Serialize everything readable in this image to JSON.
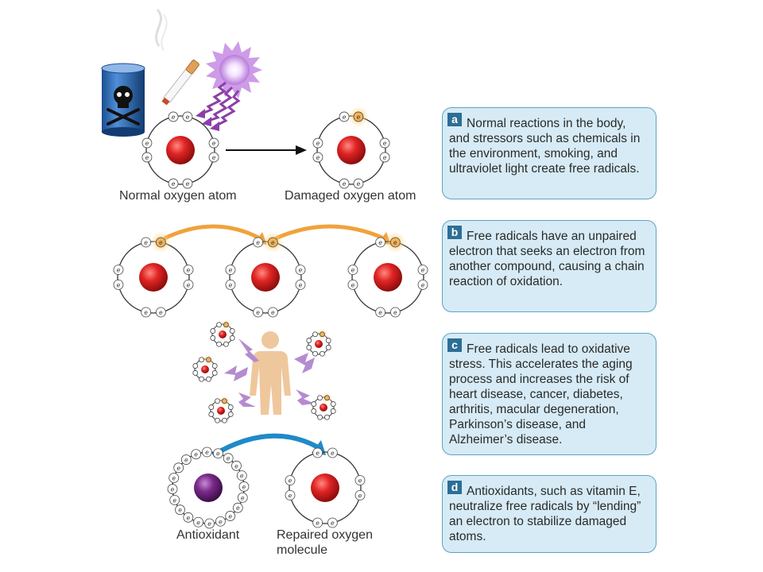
{
  "colors": {
    "nucleus": "#cc1f1f",
    "antioxidant_nucleus": "#7a2a8a",
    "unpaired_electron": "#f5b35a",
    "chain_arrow": "#f0a23c",
    "transfer_arrow": "#1f8ac8",
    "uv_arrow": "#8b3fa8",
    "lightning": "#b58bd0",
    "person": "#efc79c",
    "box_fill": "#d6ebf5",
    "box_border": "#5fa3c3",
    "box_letter_bg": "#2d6e96"
  },
  "icons": [
    "toxic-chemical-can-icon",
    "cigarette-icon",
    "uv-light-burst-icon",
    "person-figure-icon"
  ],
  "electron_symbol": "e",
  "labels": {
    "normal": "Normal oxygen atom",
    "damaged": "Damaged oxygen atom",
    "antioxidant": "Antioxidant",
    "repaired": "Repaired oxygen molecule"
  },
  "boxes": [
    {
      "letter": "a",
      "text": "Normal reactions in the body, and stressors such as chemicals in the environment, smoking, and ultraviolet light create free radicals."
    },
    {
      "letter": "b",
      "text": "Free radicals have an unpaired electron that seeks an electron from another compound, causing a chain reaction of oxidation."
    },
    {
      "letter": "c",
      "text": "Free radicals lead to oxidative stress. This accelerates the aging process and increases the risk of heart disease, cancer, diabetes, arthritis, macular degeneration, Parkinson’s disease, and Alzheimer’s disease."
    },
    {
      "letter": "d",
      "text": "Antioxidants, such as vitamin E, neutralize free radicals by “lending” an electron to stabilize damaged atoms."
    }
  ]
}
